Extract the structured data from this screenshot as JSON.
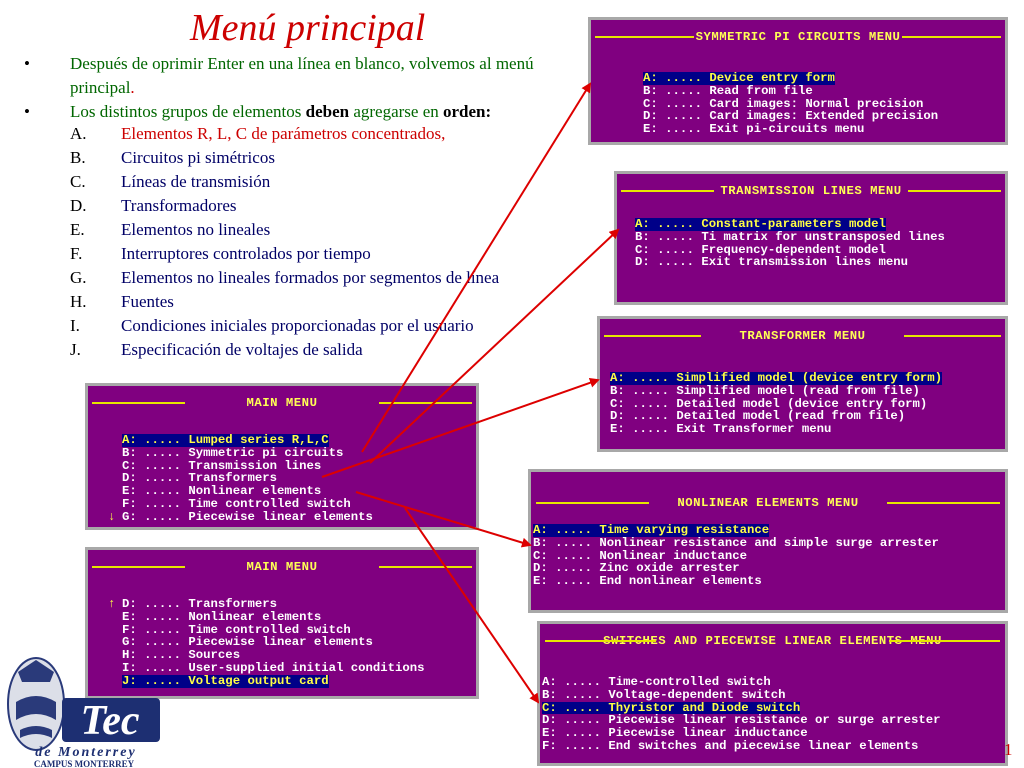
{
  "title": "Menú principal",
  "bullets": [
    {
      "text": "Después de oprimir Enter en una línea en blanco, volvemos al menú principal",
      "end": "."
    },
    {
      "pre": "Los distintos grupos de elementos ",
      "bold1": "deben",
      "mid": " agregarse en ",
      "bold2": "orden",
      "post": ":"
    }
  ],
  "items": [
    {
      "letter": "A.",
      "text": "Elementos R, L, C de parámetros concentrados,"
    },
    {
      "letter": "B.",
      "text": "Circuitos pi simétricos"
    },
    {
      "letter": "C.",
      "text": "Líneas de transmisión"
    },
    {
      "letter": "D.",
      "text": "Transformadores"
    },
    {
      "letter": "E.",
      "text": "Elementos no lineales"
    },
    {
      "letter": "F.",
      "text": "Interruptores controlados por tiempo"
    },
    {
      "letter": "G.",
      "text": "Elementos no lineales formados por segmentos de línea"
    },
    {
      "letter": "H.",
      "text": "Fuentes"
    },
    {
      "letter": "I.",
      "text": "Condiciones iniciales proporcionadas por el usuario"
    },
    {
      "letter": "J.",
      "text": "Especificación de voltajes de salida"
    }
  ],
  "main_menu_1": {
    "header": "MAIN MENU",
    "lines": [
      "A: ..... Lumped series R,L,C",
      "B: ..... Symmetric pi circuits",
      "C: ..... Transmission lines",
      "D: ..... Transformers",
      "E: ..... Nonlinear elements",
      "F: ..... Time controlled switch",
      "G: ..... Piecewise linear elements"
    ],
    "scroll_arrow": "↓"
  },
  "main_menu_2": {
    "header": "MAIN MENU",
    "lines": [
      "D: ..... Transformers",
      "E: ..... Nonlinear elements",
      "F: ..... Time controlled switch",
      "G: ..... Piecewise linear elements",
      "H: ..... Sources",
      "I: ..... User-supplied initial conditions",
      "J: ..... Voltage output card"
    ],
    "scroll_arrow": "↑"
  },
  "pi_menu": {
    "header": "SYMMETRIC PI CIRCUITS MENU",
    "lines": [
      "A: ..... Device entry form",
      "B: ..... Read from file",
      "C: ..... Card images: Normal precision",
      "D: ..... Card images: Extended precision",
      "E: ..... Exit pi-circuits menu"
    ]
  },
  "tl_menu": {
    "header": "TRANSMISSION LINES MENU",
    "lines": [
      "A: ..... Constant-parameters model",
      "B: ..... Ti matrix for unstransposed lines",
      "C: ..... Frequency-dependent model",
      "D: ..... Exit transmission lines menu"
    ]
  },
  "tr_menu": {
    "header": "TRANSFORMER MENU",
    "lines": [
      "A: ..... Simplified model (device entry form)",
      "B: ..... Simplified model (read from file)",
      "C: ..... Detailed model (device entry form)",
      "D: ..... Detailed model (read from file)",
      "E: ..... Exit Transformer menu"
    ]
  },
  "nl_menu": {
    "header": "NONLINEAR ELEMENTS MENU",
    "lines": [
      "A: ..... Time varying resistance",
      "B: ..... Nonlinear resistance and simple surge arrester",
      "C: ..... Nonlinear inductance",
      "D: ..... Zinc oxide arrester",
      "E: ..... End nonlinear elements"
    ]
  },
  "sw_menu": {
    "header": "SWITCHES AND PIECEWISE LINEAR ELEMENTS MENU",
    "lines": [
      "A: ..... Time-controlled switch",
      "B: ..... Voltage-dependent switch",
      "C: ..... Thyristor and Diode switch",
      "D: ..... Piecewise linear resistance or surge arrester",
      "E: ..... Piecewise linear inductance",
      "F: ..... End switches and piecewise linear elements"
    ]
  },
  "logo": {
    "name": "Tec",
    "line2": "de Monterrey",
    "line3": "CAMPUS MONTERREY"
  },
  "page_number": "1",
  "colors": {
    "terminal_bg": "#800080",
    "terminal_header": "#ffff55",
    "selection_bg": "#000088",
    "title": "#cc0000",
    "arrows": "#dd0000"
  }
}
